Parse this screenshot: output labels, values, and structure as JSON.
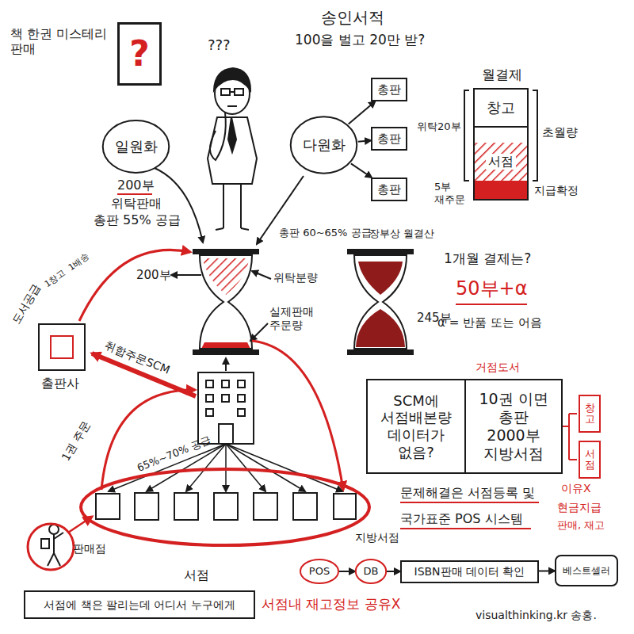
{
  "diagram": {
    "nodes": [
      {
        "text": [
          "책 한권 미스테리 판매",
          "?"
        ]
      },
      {
        "text": [
          "일원화"
        ]
      },
      {
        "text": [
          "다원화"
        ]
      },
      {
        "text": [
          "총판"
        ]
      },
      {
        "text": [
          "총판"
        ]
      },
      {
        "text": [
          "총판"
        ]
      },
      {
        "text": [
          "창고"
        ]
      },
      {
        "text": [
          "서점"
        ]
      },
      {
        "text": [
          "출판사"
        ]
      },
      {
        "text": [
          "판매점"
        ]
      },
      {
        "text": [
          "지방서점"
        ]
      },
      {
        "text": [
          "서점에 책은 팔리는데 어디서 누구에게"
        ]
      },
      {
        "text": [
          "SCM에 서점배본량 데이터가 없음?"
        ]
      },
      {
        "text": [
          "10권 이면 총판 2000부 지방서점"
        ]
      },
      {
        "text": [
          "창고"
        ]
      },
      {
        "text": [
          "서점"
        ]
      },
      {
        "text": [
          "POS"
        ]
      },
      {
        "text": [
          "DB"
        ]
      },
      {
        "text": [
          "ISBN판매 데이터 확인"
        ]
      },
      {
        "text": [
          "베스트셀러"
        ]
      }
    ],
    "edges": [
      {
        "from": 2,
        "to": 3,
        "arrow": "to"
      },
      {
        "from": 2,
        "to": 4,
        "arrow": "to"
      },
      {
        "from": 2,
        "to": 5,
        "arrow": "to"
      },
      {
        "from": 16,
        "to": 17,
        "arrow": "to"
      },
      {
        "from": 17,
        "to": 18,
        "arrow": "to"
      },
      {
        "from": 18,
        "to": 19,
        "arrow": "to"
      }
    ],
    "labels": [
      "???",
      "송인서적",
      "100을 벌고 20만 받?",
      "월결제",
      "위탁20부",
      "초월량",
      "5부 재주문",
      "지급확정",
      "200부",
      "위탁판매",
      "총판 55% 공급",
      "총판 60~65% 공급",
      "200부",
      "위탁분량",
      "실제판매 주문량",
      "장부상 월결산",
      "245부",
      "1개월 결제는?",
      "50부+α",
      "α = 반품 또는 어음",
      "도서공급",
      "1창고",
      "1배송",
      "취합주문SCM",
      "65%~70% 공급",
      "1권 주문",
      "서점",
      "거점도서",
      "문제해결은 서점등록 및",
      "국가표준 POS 시스템",
      "이유X",
      "현금지급",
      "판매, 재고",
      "서점내 재고정보 공유X",
      "visualthinking.kr 송홍."
    ]
  }
}
